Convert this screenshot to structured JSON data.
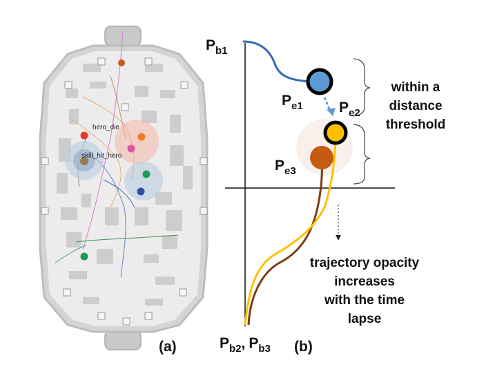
{
  "panel_a": {
    "label": "(a)",
    "event_labels": {
      "hero_die": "hero_die",
      "skill_hit_hero": "skill_hit_hero"
    },
    "colors": {
      "map_bg": "#d4d4d4",
      "map_floor": "#ececec",
      "map_border": "#bdbdbd",
      "obstacle": "#c8c8c8",
      "gate": "#c9c9c9",
      "red_dot": "#e53a2b",
      "orange_dot": "#ef7d1e",
      "pink_dot": "#e0559e",
      "green_dot": "#1f9a55",
      "blue_dot": "#2f4fa6",
      "brown_dot": "#c05a1e",
      "orange_halo": "#f5b7a8",
      "blue_halo": "#b9cde0"
    }
  },
  "panel_b": {
    "label": "(b)",
    "points": {
      "pb1": {
        "base": "P",
        "sub": "b1"
      },
      "pe1": {
        "base": "P",
        "sub": "e1"
      },
      "pe2": {
        "base": "P",
        "sub": "e2"
      },
      "pe3": {
        "base": "P",
        "sub": "e3"
      },
      "pb2": {
        "base": "P",
        "sub": "b2"
      },
      "pb3": {
        "base": "P",
        "sub": "b3"
      },
      "pb_separator": ","
    },
    "annotations": {
      "distance_lines": [
        "within a",
        "distance",
        "threshold"
      ],
      "opacity_lines": [
        "trajectory opacity",
        "increases",
        "with the time",
        "lapse"
      ]
    },
    "colors": {
      "blue_trajectory": "#2f6db5",
      "blue_circle": "#5b9bd5",
      "yellow": "#ffc000",
      "brown_circle": "#c55a11",
      "brown_trajectory": "#7b3f12",
      "arrow": "#5b9bd5",
      "axis": "#111111",
      "ring": "#000000",
      "halo": "#f2dcd4"
    }
  }
}
